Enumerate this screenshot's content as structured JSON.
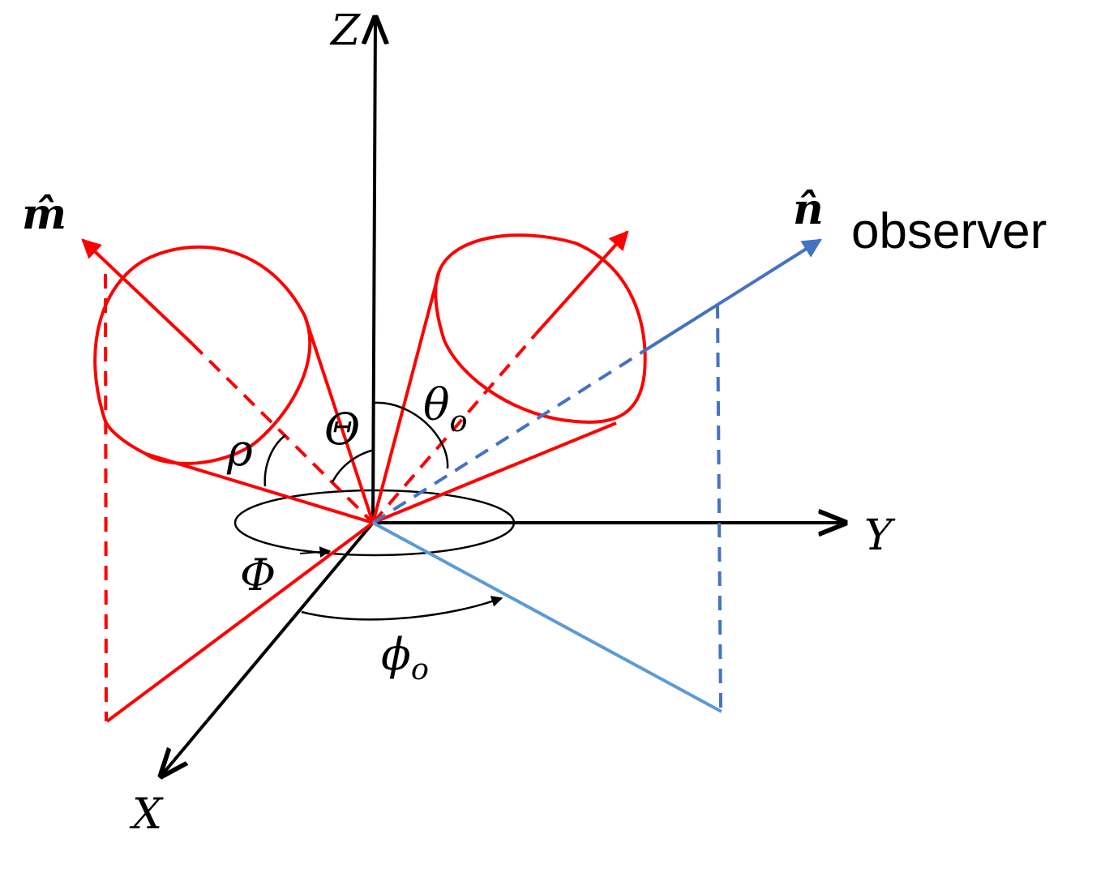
{
  "labels": {
    "z_axis": "Z",
    "y_axis": "Y",
    "x_axis": "X",
    "m_hat": "m̂",
    "n_hat": "n̂",
    "observer": "observer",
    "rho": "ρ",
    "big_theta": "Θ",
    "theta_o_main": "θ",
    "theta_o_sub": "o",
    "big_phi": "Φ",
    "phi_o_main": "ϕ",
    "phi_o_sub": "o"
  },
  "colors": {
    "axis": "#000000",
    "beam": "#ff0000",
    "observer_line": "#4472c4",
    "observer_projection": "#5b9bd5"
  }
}
